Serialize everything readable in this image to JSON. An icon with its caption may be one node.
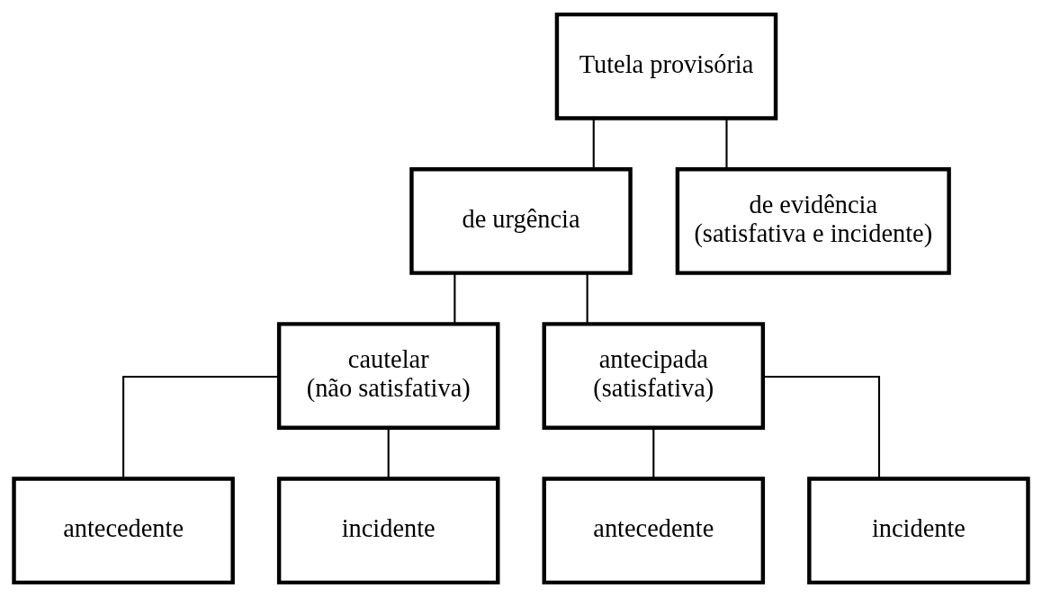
{
  "diagram": {
    "nodes": [
      {
        "text": [
          "Tutela provisória"
        ]
      },
      {
        "text": [
          "de urgência"
        ]
      },
      {
        "text": [
          "de evidência",
          "(satisfativa e incidente)"
        ]
      },
      {
        "text": [
          "cautelar",
          "(não satisfativa)"
        ]
      },
      {
        "text": [
          "antecipada",
          "(satisfativa)"
        ]
      },
      {
        "text": [
          "antecedente"
        ]
      },
      {
        "text": [
          "incidente"
        ]
      },
      {
        "text": [
          "antecedente"
        ]
      },
      {
        "text": [
          "incidente"
        ]
      }
    ],
    "edges": [
      {
        "from": 0,
        "to": 1,
        "arrow": "none"
      },
      {
        "from": 0,
        "to": 2,
        "arrow": "none"
      },
      {
        "from": 1,
        "to": 3,
        "arrow": "none"
      },
      {
        "from": 1,
        "to": 4,
        "arrow": "none"
      },
      {
        "from": 3,
        "to": 5,
        "arrow": "none"
      },
      {
        "from": 3,
        "to": 6,
        "arrow": "none"
      },
      {
        "from": 4,
        "to": 7,
        "arrow": "none"
      },
      {
        "from": 4,
        "to": 8,
        "arrow": "none"
      }
    ]
  }
}
